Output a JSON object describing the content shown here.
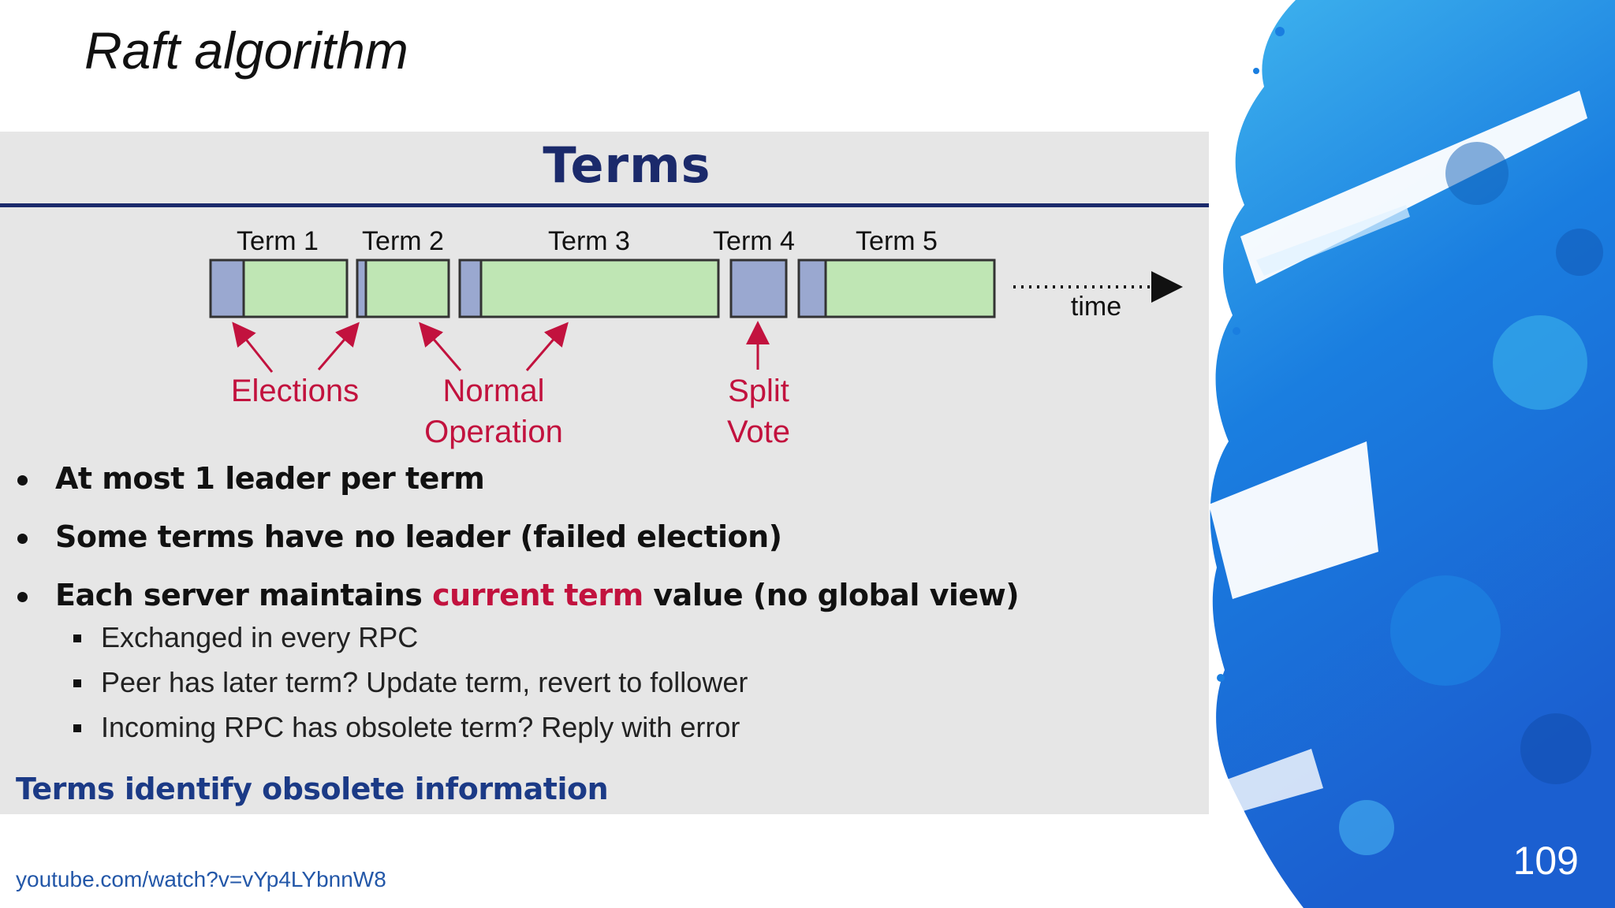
{
  "slide": {
    "title": "Raft algorithm",
    "source_link": "youtube.com/watch?v=vYp4LYbnnW8",
    "page_number": "109"
  },
  "embedded_slide": {
    "title": "Terms",
    "diagram": {
      "terms": [
        "Term 1",
        "Term 2",
        "Term 3",
        "Term 4",
        "Term 5"
      ],
      "time_label": "time",
      "annotations": {
        "elections": "Elections",
        "normal_line1": "Normal",
        "normal_line2": "Operation",
        "split_line1": "Split",
        "split_line2": "Vote"
      },
      "colors": {
        "election": "#9aa8d0",
        "normal": "#bfe6b4",
        "annotation": "#c2123e"
      }
    },
    "bullets": [
      {
        "text": "At most 1 leader per term"
      },
      {
        "text": "Some terms have no leader (failed election)"
      },
      {
        "pre": "Each server maintains ",
        "highlight": "current term",
        "post": " value (no global view)"
      }
    ],
    "sub_bullets": [
      "Exchanged in every RPC",
      "Peer has later term? Update term, revert to follower",
      "Incoming RPC has obsolete term? Reply with error"
    ],
    "conclusion": "Terms identify obsolete information"
  }
}
